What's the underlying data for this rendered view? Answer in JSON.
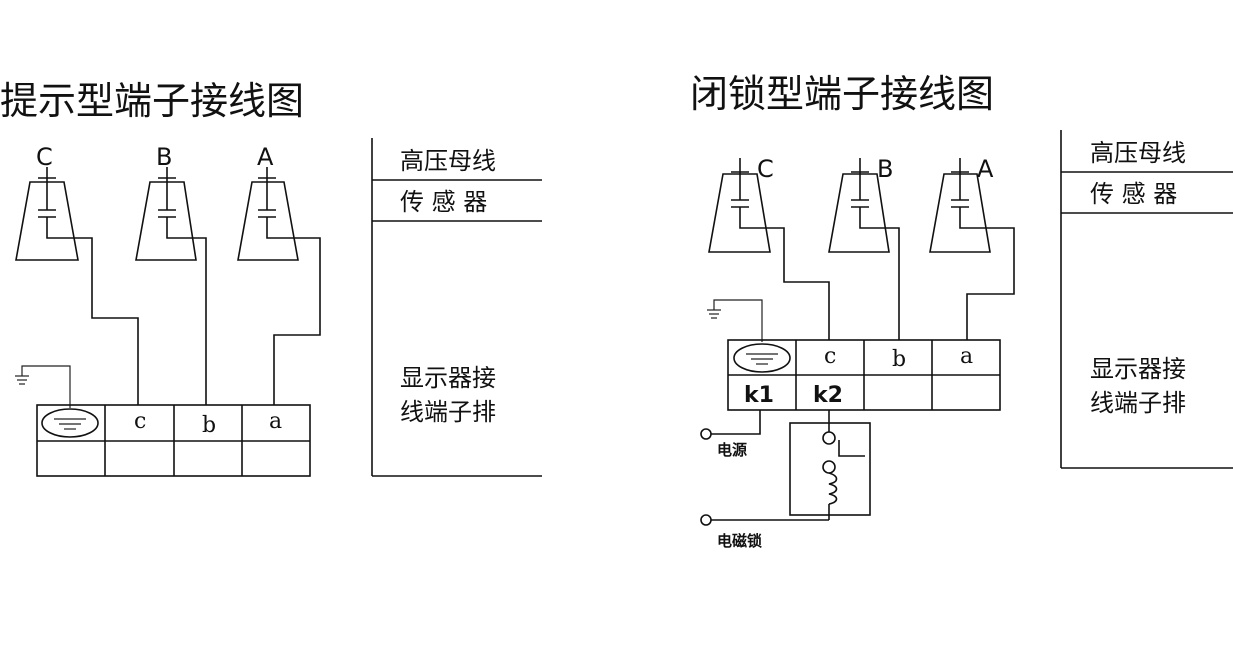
{
  "left": {
    "title": "提示型端子接线图",
    "phases": [
      "C",
      "B",
      "A"
    ],
    "terminals": [
      "c",
      "b",
      "a"
    ],
    "side": {
      "row1": "高压母线",
      "row2": "传 感 器",
      "row3_line1": "显示器接",
      "row3_line2": "线端子排"
    }
  },
  "right": {
    "title": "闭锁型端子接线图",
    "phases": [
      "C",
      "B",
      "A"
    ],
    "terminals": [
      "c",
      "b",
      "a"
    ],
    "k1": "k1",
    "k2": "k2",
    "power": "电源",
    "lock": "电磁锁",
    "side": {
      "row1": "高压母线",
      "row2": "传 感 器",
      "row3_line1": "显示器接",
      "row3_line2": "线端子排"
    }
  }
}
